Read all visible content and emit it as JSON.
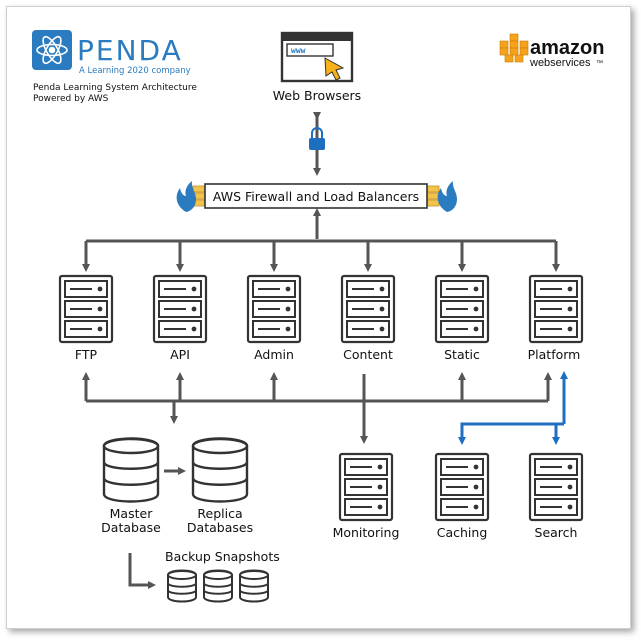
{
  "branding": {
    "name": "PENDA",
    "tagline": "A Learning 2020 company",
    "subtitle_line1": "Penda Learning System Architecture",
    "subtitle_line2": "Powered by AWS",
    "aws_word": "amazon",
    "aws_sub": "webservices",
    "aws_tm": "™"
  },
  "browser": {
    "label": "Web Browsers",
    "url": "www"
  },
  "firewall": {
    "label": "AWS Firewall and Load Balancers"
  },
  "servers_top": [
    {
      "id": "ftp",
      "label": "FTP"
    },
    {
      "id": "api",
      "label": "API"
    },
    {
      "id": "admin",
      "label": "Admin"
    },
    {
      "id": "content",
      "label": "Content"
    },
    {
      "id": "static",
      "label": "Static"
    },
    {
      "id": "platform",
      "label": "Platform"
    }
  ],
  "databases": {
    "master_line1": "Master",
    "master_line2": "Database",
    "replica_line1": "Replica",
    "replica_line2": "Databases",
    "backup": "Backup Snapshots"
  },
  "servers_bottom": [
    {
      "id": "monitoring",
      "label": "Monitoring"
    },
    {
      "id": "caching",
      "label": "Caching"
    },
    {
      "id": "search",
      "label": "Search"
    }
  ],
  "colors": {
    "line_gray": "#555555",
    "line_blue": "#1f6fc0",
    "server_fill": "#ffffff",
    "server_stroke": "#333333",
    "lock": "#1f6fc0",
    "flame": "#2a7bbf",
    "aws_orange": "#f7a21b"
  }
}
